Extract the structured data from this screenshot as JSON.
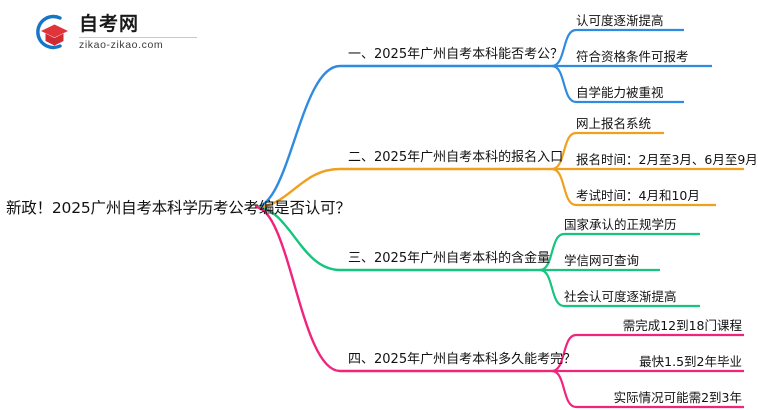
{
  "logo": {
    "icon": "graduation-cap-logo-icon",
    "name_cn": "自考网",
    "domain": "zikao-zikao.com",
    "ring_color": "#1476c6",
    "cap_color": "#e0333a"
  },
  "mindmap": {
    "root": {
      "text": "新政！2025广州自考本科学历考公考编是否认可？"
    },
    "branches": [
      {
        "index": "1",
        "label": "一、2025年广州自考本科能否考公？",
        "color": "#2e8be0",
        "children": [
          "认可度逐渐提高",
          "符合资格条件可报考",
          "自学能力被重视"
        ]
      },
      {
        "index": "2",
        "label": "二、2025年广州自考本科的报名入口",
        "color": "#f0a01e",
        "children": [
          "网上报名系统",
          "报名时间：2月至3月、6月至9月",
          "考试时间：4月和10月"
        ]
      },
      {
        "index": "3",
        "label": "三、2025年广州自考本科的含金量",
        "color": "#16c47f",
        "children": [
          "国家承认的正规学历",
          "学信网可查询",
          "社会认可度逐渐提高"
        ]
      },
      {
        "index": "4",
        "label": "四、2025年广州自考本科多久能考完？",
        "color": "#f0247d",
        "children": [
          "需完成12到18门课程",
          "最快1.5到2年毕业",
          "实际情况可能需2到3年"
        ]
      }
    ]
  }
}
